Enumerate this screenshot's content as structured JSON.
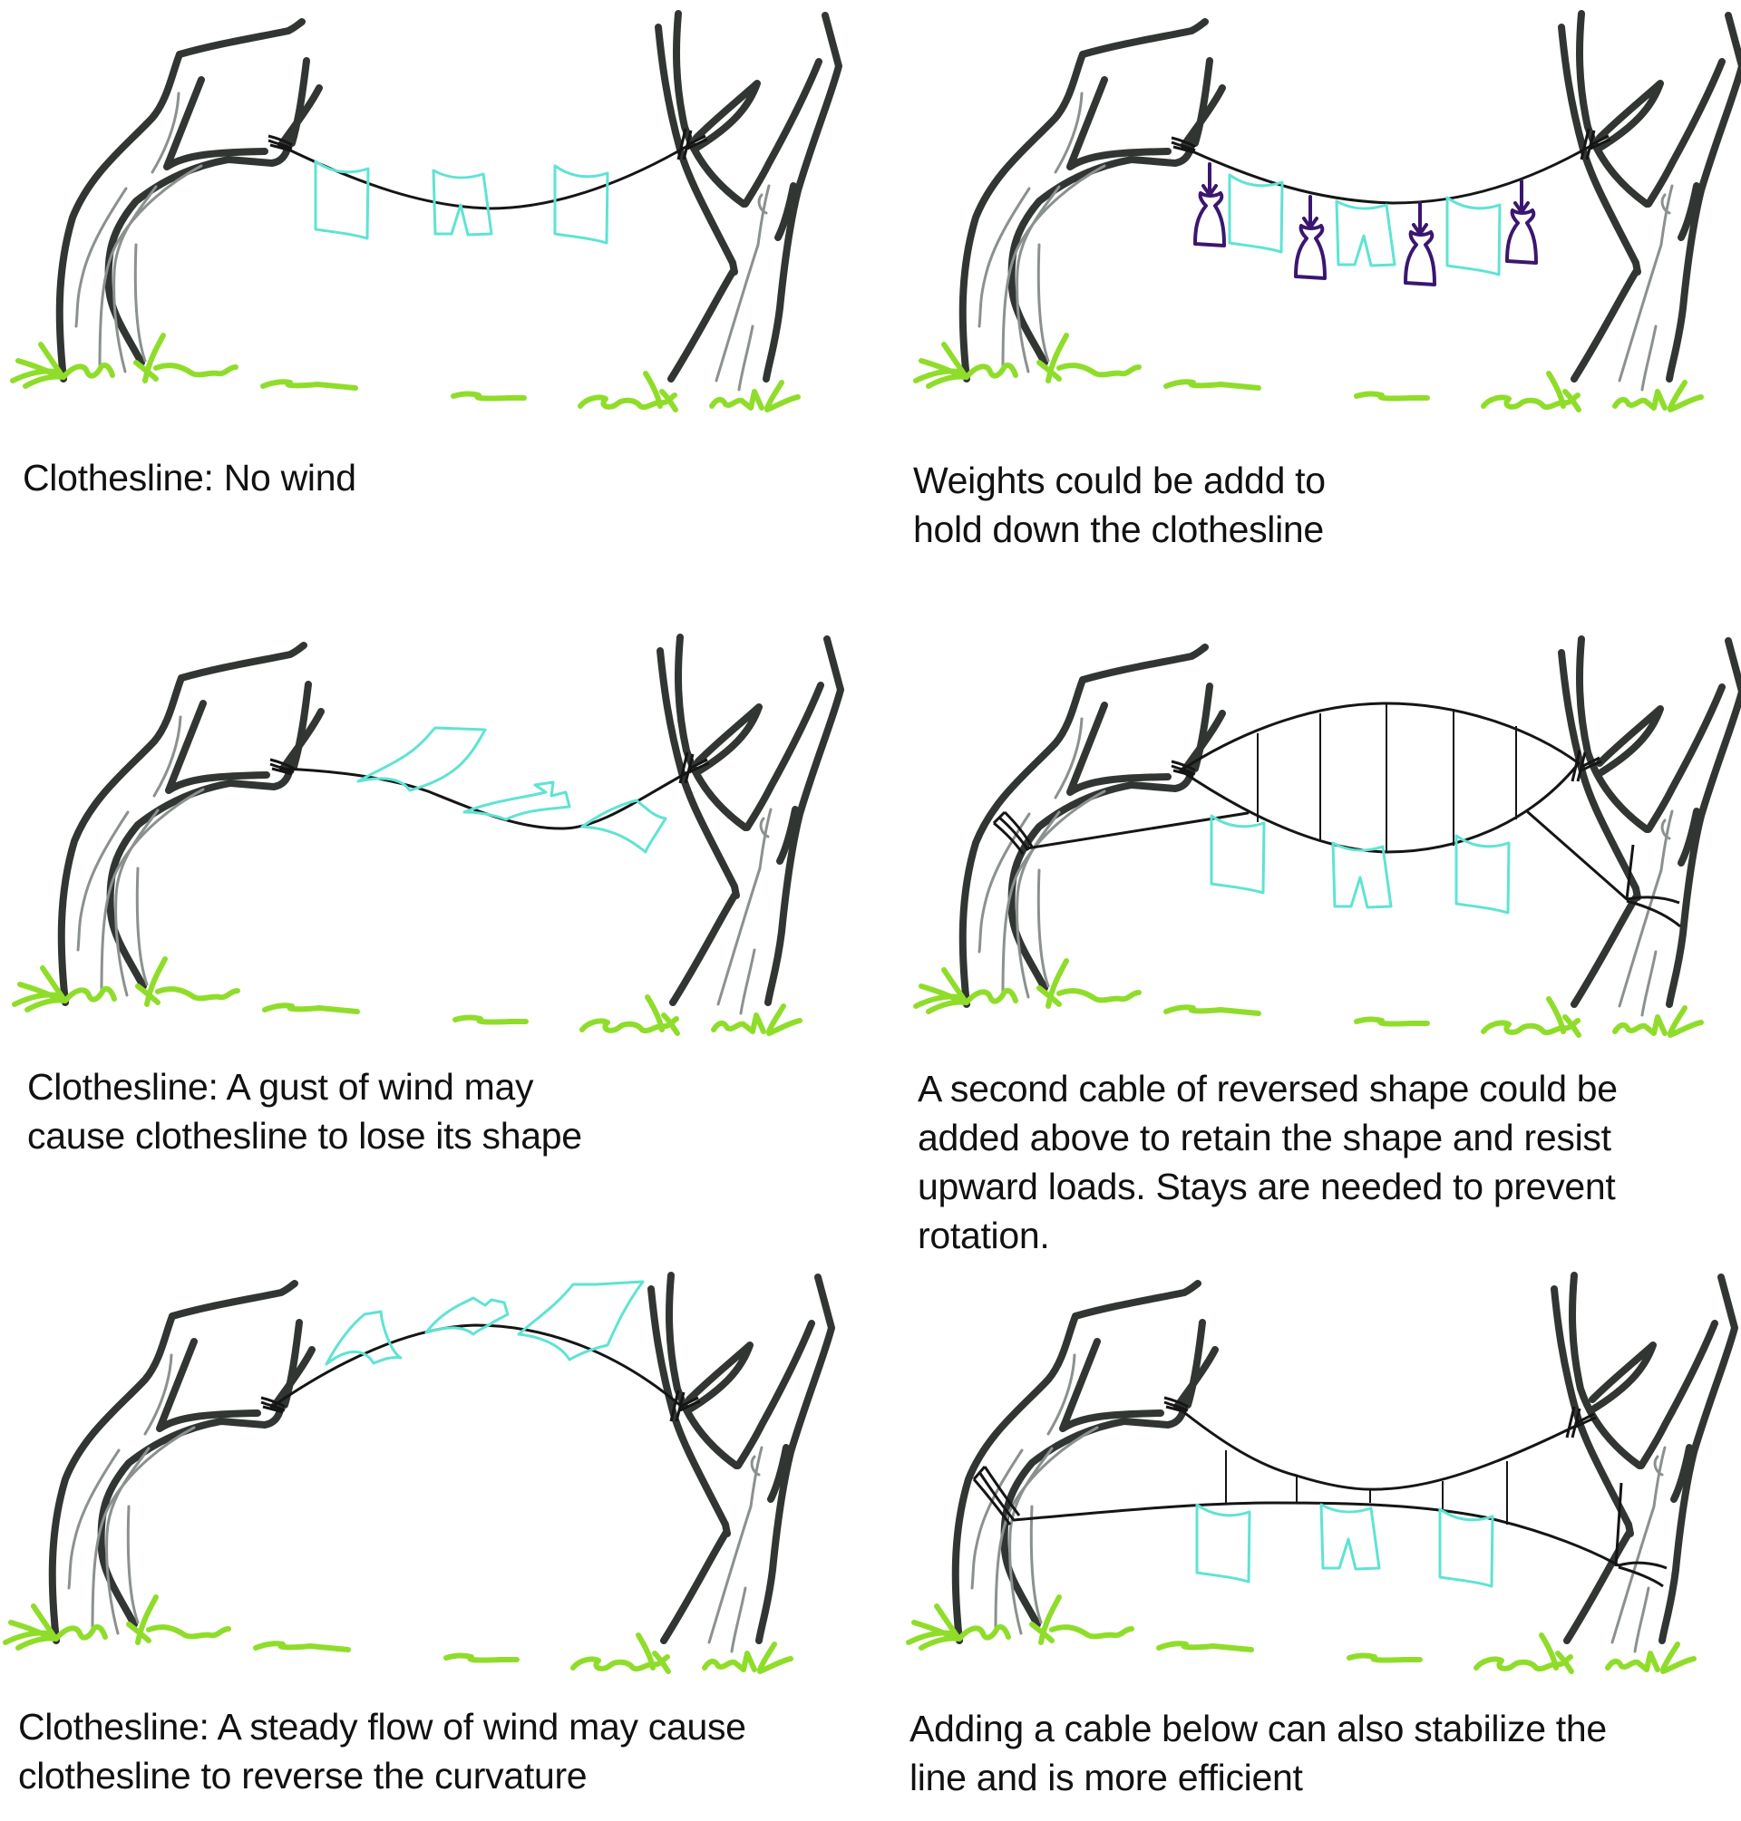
{
  "figure": {
    "colors": {
      "tree": "#323633",
      "bark": "#8b918e",
      "grass": "#8fdd2a",
      "cable": "#151515",
      "clothes": "#5fe3d3",
      "weights": "#3b1670",
      "text": "#111111",
      "background": "#ffffff"
    },
    "panels": [
      {
        "id": "no-wind",
        "caption_lines": [
          "Clothesline: No wind"
        ]
      },
      {
        "id": "weights",
        "caption_lines": [
          "Weights could be addd to",
          "hold down the clothesline"
        ]
      },
      {
        "id": "gust",
        "caption_lines": [
          "Clothesline: A gust of wind may",
          "cause clothesline to lose its shape"
        ]
      },
      {
        "id": "second-cable",
        "caption_lines": [
          "A second cable of reversed shape could be",
          "added above to retain the shape and resist",
          "upward loads. Stays are needed to prevent",
          "rotation."
        ]
      },
      {
        "id": "steady-wind",
        "caption_lines": [
          "Clothesline: A steady flow of wind may cause",
          "clothesline to reverse the curvature"
        ]
      },
      {
        "id": "cable-below",
        "caption_lines": [
          "Adding a cable below can also stabilize the",
          "line and is more efficient"
        ]
      }
    ]
  }
}
